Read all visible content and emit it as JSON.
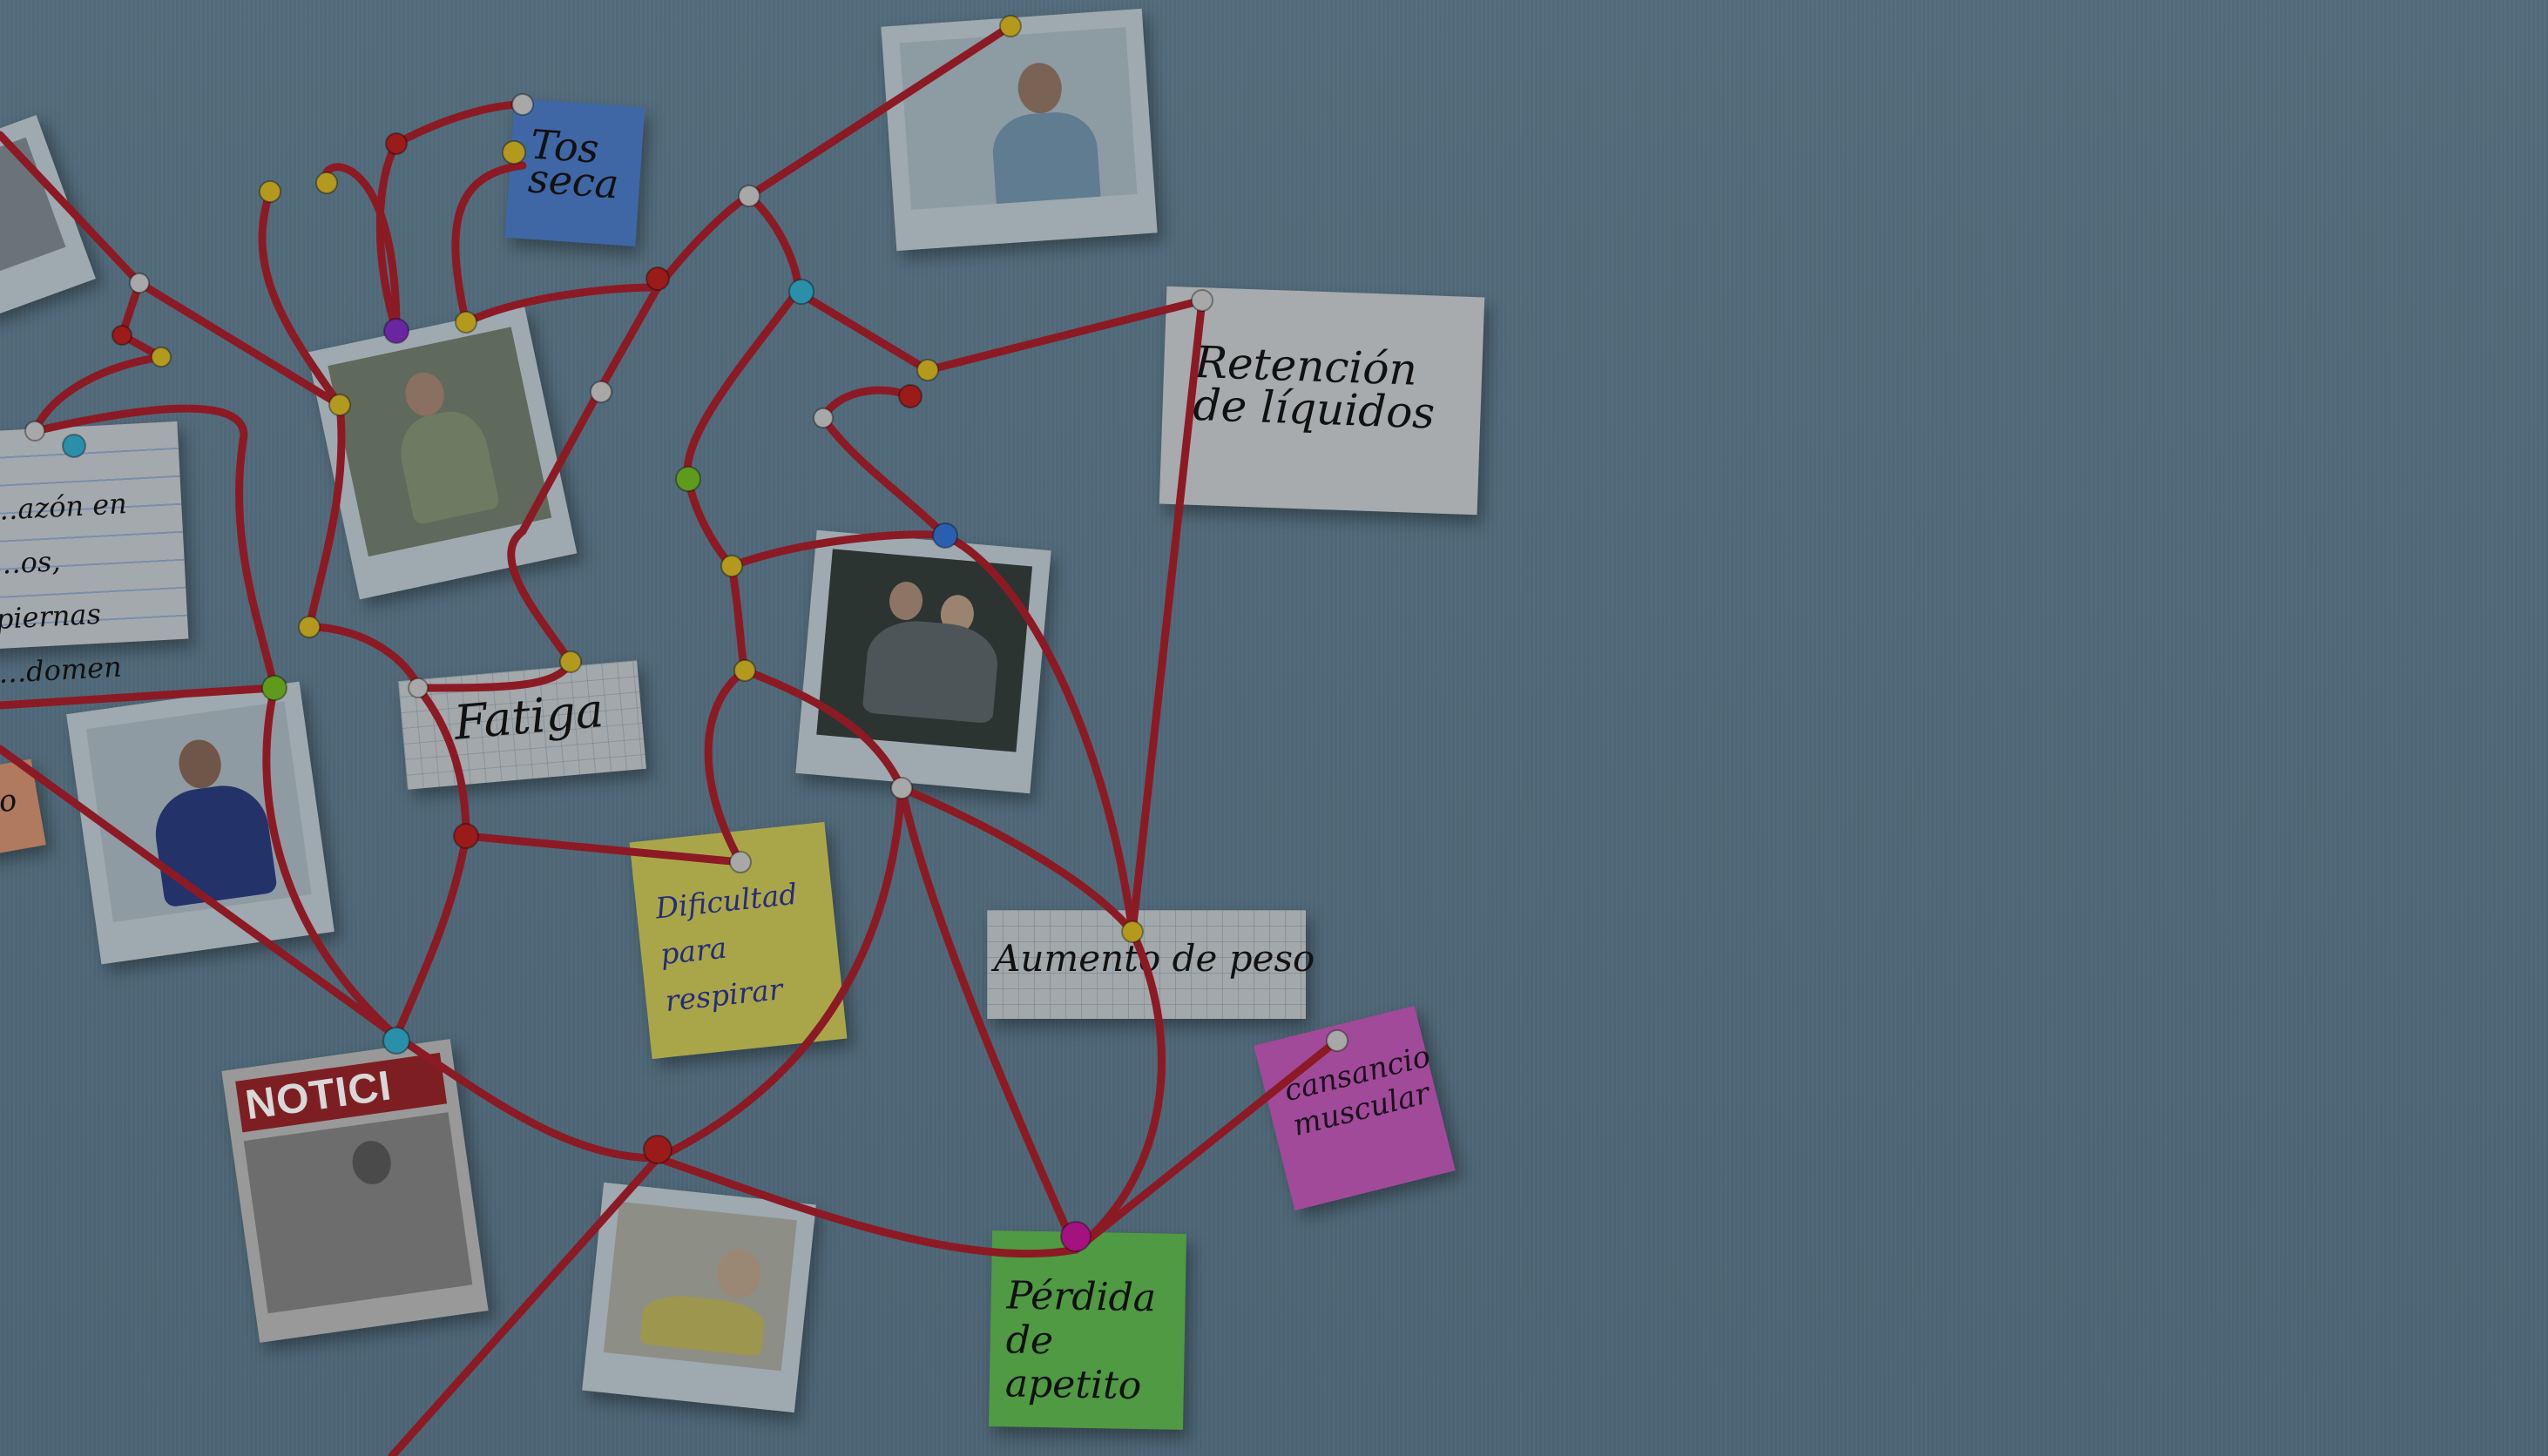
{
  "notes": {
    "dry_cough": "Tos\nseca",
    "fatigue": "Fatiga",
    "fluid_retention": "Retención\nde líquidos",
    "swelling": "…azón en\n…os, piernas\n…domen",
    "breathing": "Dificultad\npara\nrespirar",
    "weight_gain": "Aumento de peso",
    "muscle_tiredness": "cansancio\nmuscular",
    "appetite_loss": "Pérdida\nde apetito",
    "newspaper_headline": "NOTICI",
    "left_edge_fragment": "o"
  },
  "colors": {
    "board": "#4f6777",
    "string": "#8c1a24",
    "note_blue": "#3f67a6",
    "note_yellow": "#a9a64a",
    "note_green": "#4f9a42",
    "note_pink": "#a14a9a",
    "note_orange": "#b07a5e",
    "paper": "#a4a9ad",
    "pin_colors": [
      "#b39a1e",
      "#9b1a1a",
      "#6a26a0",
      "#2a8fa8",
      "#5f9a1c",
      "#2a5fb0",
      "#a8a8a8",
      "#a3127f"
    ]
  }
}
